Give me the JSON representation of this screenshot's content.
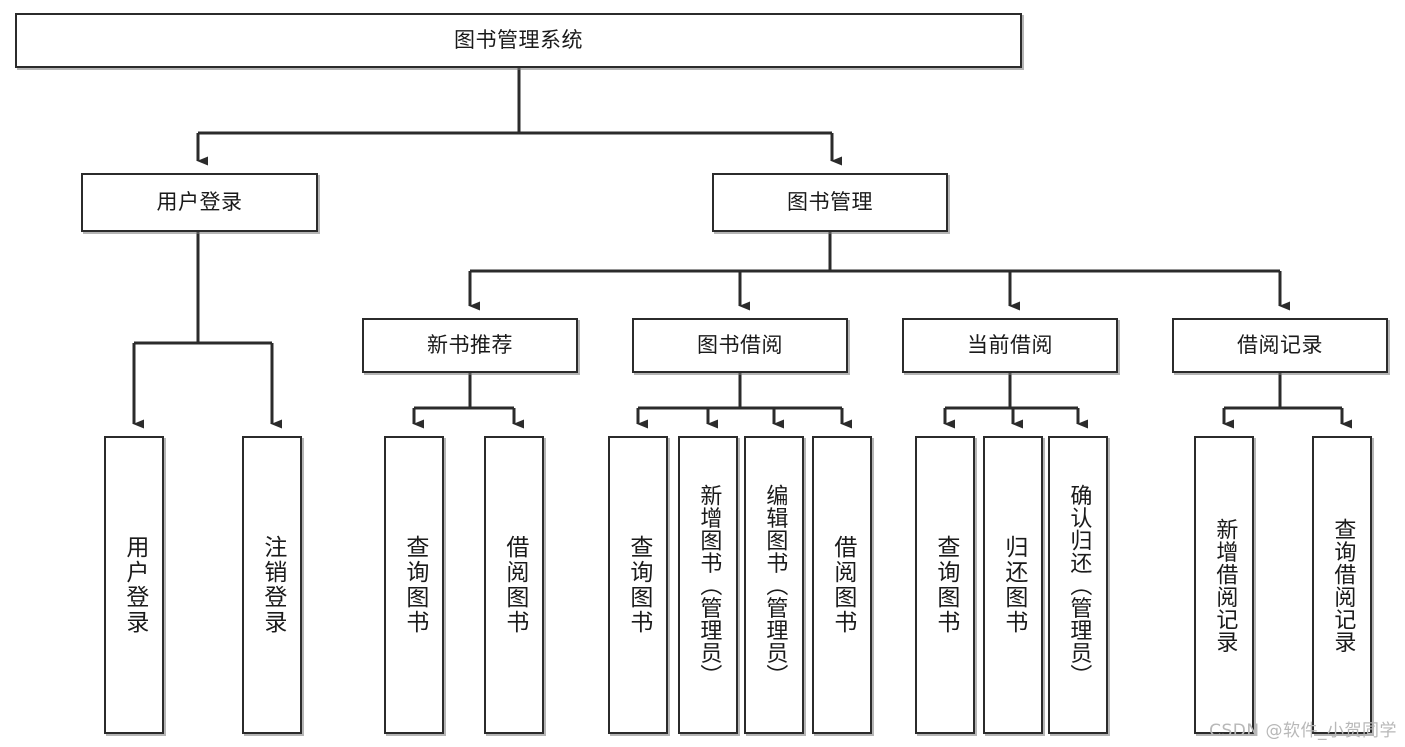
{
  "diagram": {
    "type": "tree-hierarchy-flowchart",
    "orientation": "top-down",
    "line_color": "#2b2b2b",
    "box_fill": "#ffffff",
    "text_color": "#1a1a1a",
    "root": {
      "label": "图书管理系统"
    },
    "level1": [
      {
        "label": "用户登录"
      },
      {
        "label": "图书管理"
      }
    ],
    "level2": [
      {
        "label": "新书推荐"
      },
      {
        "label": "图书借阅"
      },
      {
        "label": "当前借阅"
      },
      {
        "label": "借阅记录"
      }
    ],
    "leaves": {
      "user_login": [
        {
          "label": "用户登录"
        },
        {
          "label": "注销登录"
        }
      ],
      "new_book_recommend": [
        {
          "label": "查询图书"
        },
        {
          "label": "借阅图书"
        }
      ],
      "book_borrow": [
        {
          "label": "查询图书"
        },
        {
          "label": "新增图书（管理员）"
        },
        {
          "label": "编辑图书（管理员）"
        },
        {
          "label": "借阅图书"
        }
      ],
      "current_borrow": [
        {
          "label": "查询图书"
        },
        {
          "label": "归还图书"
        },
        {
          "label": "确认归还（管理员）"
        }
      ],
      "borrow_record": [
        {
          "label": "新增借阅记录"
        },
        {
          "label": "查询借阅记录"
        }
      ]
    }
  },
  "watermark": {
    "text": "CSDN @软件_小贺同学",
    "color": "#b8b8b8"
  }
}
